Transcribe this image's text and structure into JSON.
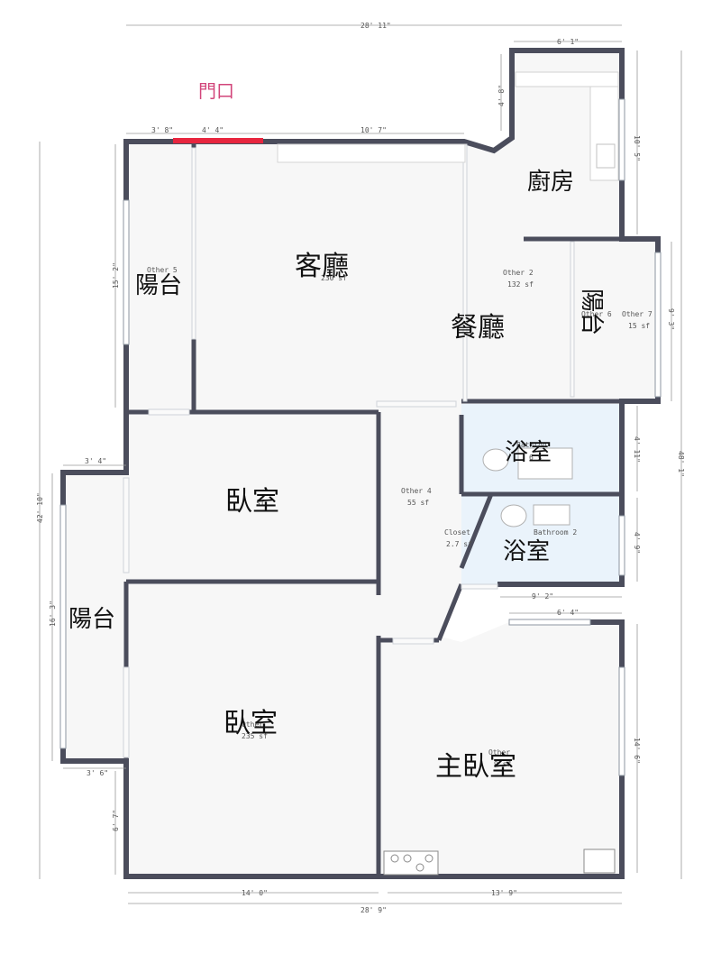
{
  "entrance_label": "門口",
  "colors": {
    "wall": "#4b4d5c",
    "floor": "#f7f7f7",
    "bath_floor": "#eaf3fb",
    "entrance": "#e8263f",
    "entrance_text": "#d2457a"
  },
  "rooms": {
    "living": {
      "name": "客廳",
      "sub": "230 sf"
    },
    "dining": {
      "name": "餐廳"
    },
    "kitchen": {
      "name": "廚房"
    },
    "balcony_left": {
      "name": "陽台",
      "sub": "Other 5"
    },
    "balcony_right": {
      "name": "陽台"
    },
    "balcony_west": {
      "name": "陽台"
    },
    "bedroom1": {
      "name": "臥室",
      "sub": "sf"
    },
    "bedroom2": {
      "name": "臥室",
      "sub1": "Other",
      "sub2": "235 sf"
    },
    "master": {
      "name": "主臥室",
      "sub1": "Other",
      "sub2": "9 sf"
    },
    "bath1": {
      "name": "浴室",
      "sub1": "Bathroo",
      "sub2": "6 s"
    },
    "bath2": {
      "name": "浴室",
      "sub1": "Bathroom 2"
    },
    "other2": {
      "label": "Other 2",
      "area": "132 sf"
    },
    "other4": {
      "label": "Other 4",
      "area": "55 sf"
    },
    "other6": {
      "label": "Other 6"
    },
    "other7": {
      "label": "Other 7",
      "area": "15 sf"
    },
    "closet": {
      "label": "Closet",
      "area": "2.7 sf"
    }
  },
  "dimensions": {
    "top_total": "28' 11\"",
    "kitchen_top": "6' 1\"",
    "kitchen_side": "4' 8\"",
    "seg_a": "3' 8\"",
    "seg_b": "4' 4\"",
    "seg_c": "10' 7\"",
    "kitchen_right": "10' 5\"",
    "left_mid": "15' 2\"",
    "total_left": "42' 10\"",
    "total_right": "48' 1\"",
    "balc_right": "9' 3\"",
    "balc_w_top": "3' 4\"",
    "balc_w_side": "16' 3\"",
    "balc_w_bottom": "3' 6\"",
    "low_left": "6' 7\"",
    "bath1_right": "4' 11\"",
    "bath2_right": "4' 9\"",
    "bath_bottom": "9' 2\"",
    "master_top": "6' 4\"",
    "master_right": "14' 6\"",
    "bottom_left": "14' 0\"",
    "bottom_right": "13' 9\"",
    "bottom_total": "28' 9\""
  }
}
